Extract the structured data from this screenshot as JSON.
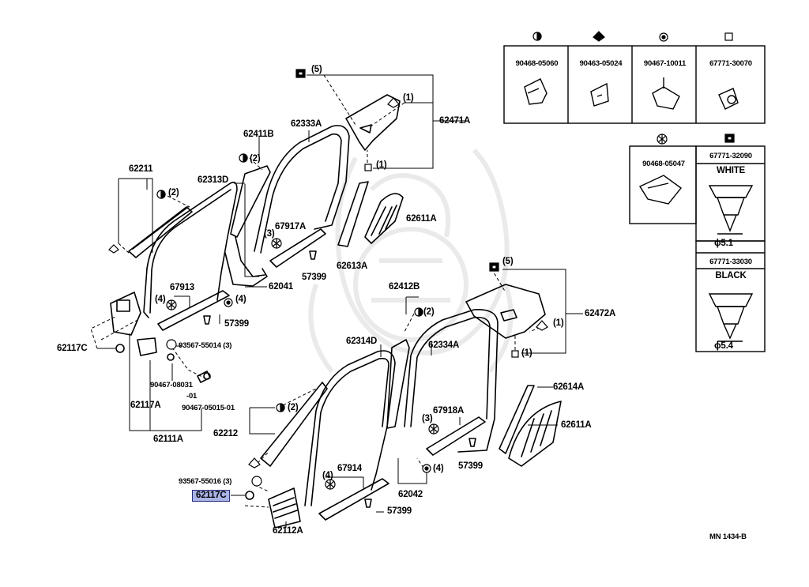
{
  "diagram_code": "MN  1434-B",
  "parts": {
    "p62211": "62211",
    "p62313D": "62313D",
    "p62411B": "62411B",
    "p62333A": "62333A",
    "p62471A": "62471A",
    "p62611A_top": "62611A",
    "p67917A": "67917A",
    "p62613A": "62613A",
    "p57399_a": "57399",
    "p67913": "67913",
    "p62041": "62041",
    "p57399_b": "57399",
    "p62117C_top": "62117C",
    "p93567_55014": "93567-55014 (3)",
    "p90467_08031": "90467-08031",
    "p_01": "-01",
    "p90467_05015": "90467-05015-01",
    "p62117A": "62117A",
    "p62111A": "62111A",
    "p62412B": "62412B",
    "p62472A": "62472A",
    "p62314D": "62314D",
    "p62334A": "62334A",
    "p62614A": "62614A",
    "p62611A_bot": "62611A",
    "p67918A": "67918A",
    "p57399_c": "57399",
    "p62212": "62212",
    "p67914": "67914",
    "p62042": "62042",
    "p57399_d": "57399",
    "p93567_55016": "93567-55016 (3)",
    "p62117C_hl": "62117C",
    "p62112A": "62112A"
  },
  "qty": {
    "q5a": "(5)",
    "q1a": "(1)",
    "q1b": "(1)",
    "q2a": "(2)",
    "q2b": "(2)",
    "q3a": "(3)",
    "q4a": "(4)",
    "q4b": "(4)",
    "q5b": "(5)",
    "q1c": "(1)",
    "q1d": "(1)",
    "q2c": "(2)",
    "q2d": "(2)",
    "q3b": "(3)",
    "q4c": "(4)",
    "q4d": "(4)"
  },
  "clip_table": {
    "row1": [
      "90468-05060",
      "90463-05024",
      "90467-10011",
      "67771-30070"
    ],
    "row2_left": "90468-05047",
    "white_clip": {
      "part": "67771-32090",
      "color": "WHITE",
      "dia": "ϕ5.1"
    },
    "black_clip": {
      "part": "67771-33030",
      "color": "BLACK",
      "dia": "ϕ5.4"
    }
  },
  "colors": {
    "highlight": "#aab3e6",
    "ink": "#000000",
    "watermark": "#e6e6e6"
  }
}
